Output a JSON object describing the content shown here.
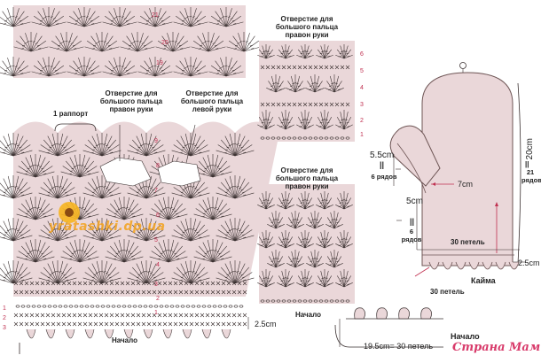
{
  "left_chart": {
    "repeat_label": "1 раппорт",
    "hole_right_label": "Отверстие для большого пальца правон руки",
    "hole_left_label": "Отверстие для большого пальца левой руки",
    "start_label": "Начало",
    "width_label": "2.5",
    "width_unit": "cm",
    "row_numbers": [
      "21",
      "20",
      "19",
      "9",
      "8",
      "7",
      "6",
      "5",
      "4",
      "3",
      "2",
      "1"
    ],
    "edge_rows": [
      "1",
      "2",
      "3"
    ]
  },
  "middle_chart": {
    "top_hole_label": "Отверстие для большого пальца правон руки",
    "bottom_hole_label": "Отверстие для большого пальца правон руки",
    "start_label": "Начало",
    "row_numbers": [
      "6",
      "5",
      "4",
      "3",
      "2",
      "1"
    ]
  },
  "mitten": {
    "thumb_height": "5.5",
    "thumb_rows": "6 рядов",
    "thumb_width": "7",
    "height": "20",
    "height_rows": "21 рядов",
    "cuff_height": "5",
    "cuff_rows": "6 рядов",
    "stitches_top": "30 петель",
    "border_label": "Кайма",
    "stitches_bottom": "30 петель",
    "edge_width": "2.5",
    "unit": "cm"
  },
  "border_chart": {
    "width": "19.5",
    "unit": "cm",
    "stitches": "30 петель",
    "start_label": "Начало"
  },
  "watermark": "yratashki.dp.ua",
  "brand": "Страна Мам",
  "colors": {
    "fill": "#ead7d9",
    "ink": "#3a3030",
    "accent": "#c03050"
  }
}
